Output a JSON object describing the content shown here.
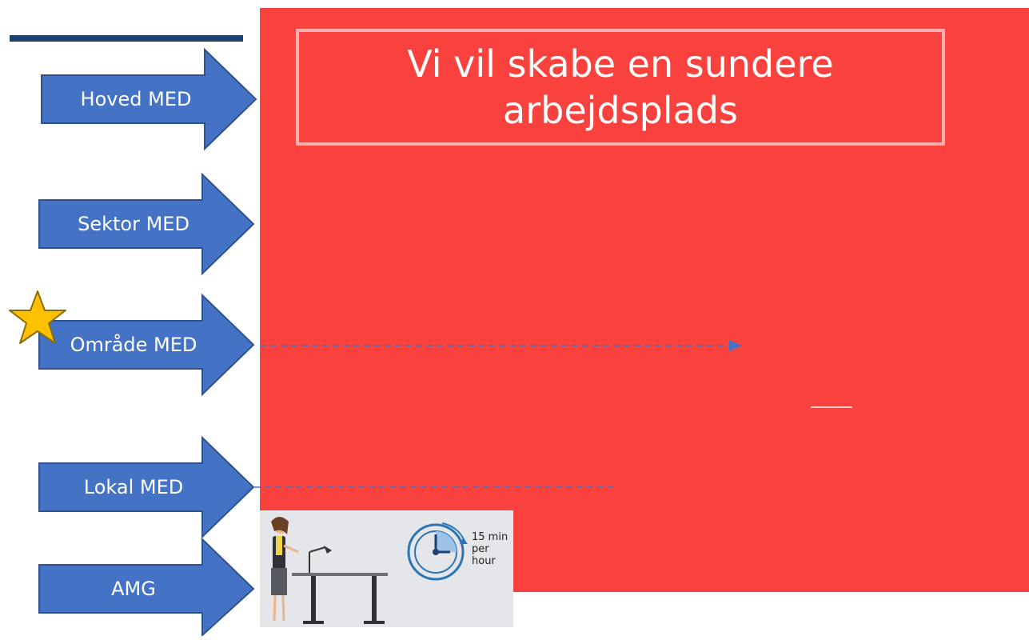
{
  "slide": {
    "title": "Vi vil skabe en sundere\narbejdsplads"
  },
  "arrows": [
    {
      "id": "hoved",
      "label": "Hoved MED"
    },
    {
      "id": "sektor",
      "label": "Sektor MED"
    },
    {
      "id": "omraade",
      "label": "Område MED"
    },
    {
      "id": "lokal",
      "label": "Lokal MED"
    },
    {
      "id": "amg",
      "label": "AMG"
    }
  ],
  "illustration": {
    "clock_text": "15 min\nper\nhour"
  },
  "colors": {
    "panel_red": "#f9423d",
    "arrow_blue": "#4472c4",
    "rule_navy": "#1f3f73",
    "star_gold": "#ffc000",
    "title_border": "#ffadb0"
  },
  "icons": {
    "star": "star-icon",
    "clock": "clock-icon"
  }
}
